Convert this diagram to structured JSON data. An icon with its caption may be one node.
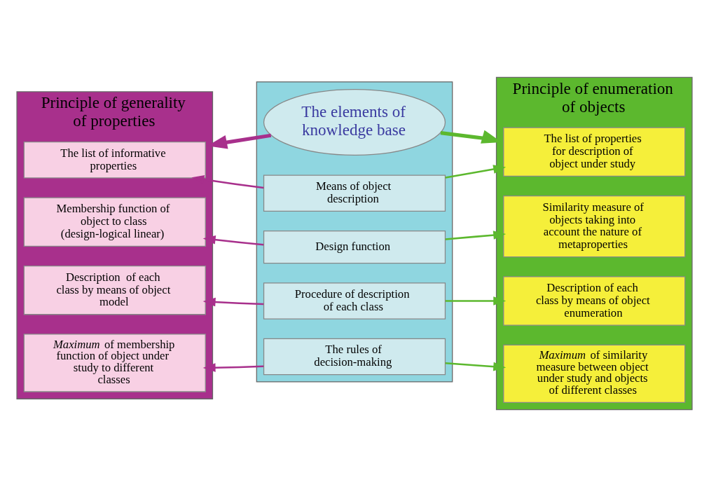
{
  "diagram": {
    "nodes": [
      {
        "text": [
          "Principle of generality of properties"
        ]
      },
      {
        "text": [
          "The list of informative properties"
        ],
        "in": 0
      },
      {
        "text": [
          "Membership function of object to class (design-logical linear)"
        ],
        "in": 0
      },
      {
        "text": [
          "Description  of each class by means of object model"
        ],
        "in": 0
      },
      {
        "text": [
          "*Maximum* of membership function of object under study to different classes"
        ],
        "in": 0
      },
      {
        "text": [],
        "shape": "box"
      },
      {
        "text": [
          "The elements of knowledge base"
        ],
        "in": 5
      },
      {
        "text": [
          "Means of object description"
        ],
        "in": 5
      },
      {
        "text": [
          "Design function"
        ],
        "in": 5
      },
      {
        "text": [
          "Procedure of description of each class"
        ],
        "in": 5
      },
      {
        "text": [
          "The rules of decision-making"
        ],
        "in": 5
      },
      {
        "text": [
          "Principle of enumeration of objects"
        ]
      },
      {
        "text": [
          "The list of properties for description of object under study"
        ],
        "in": 11
      },
      {
        "text": [
          "Similarity measure of objects taking into account the nature of metaproperties"
        ],
        "in": 11
      },
      {
        "text": [
          "Description of each class by means of object enumeration"
        ],
        "in": 11
      },
      {
        "text": [
          "*Maximum* of similarity measure between object under study and objects of different classes"
        ],
        "in": 11
      }
    ],
    "edges": [
      {
        "from": 6,
        "to": 0,
        "arrow": "to",
        "style": "thick",
        "color": "#a8308c"
      },
      {
        "from": 6,
        "to": 11,
        "arrow": "to",
        "style": "thick",
        "color": "#5cb82e"
      },
      {
        "from": 7,
        "to": 1,
        "arrow": "to",
        "color": "#a8308c"
      },
      {
        "from": 7,
        "to": 12,
        "arrow": "to",
        "color": "#5cb82e"
      },
      {
        "from": 8,
        "to": 2,
        "arrow": "to",
        "color": "#a8308c"
      },
      {
        "from": 8,
        "to": 13,
        "arrow": "to",
        "color": "#5cb82e"
      },
      {
        "from": 9,
        "to": 3,
        "arrow": "to",
        "color": "#a8308c"
      },
      {
        "from": 9,
        "to": 14,
        "arrow": "to",
        "color": "#5cb82e"
      },
      {
        "from": 10,
        "to": 4,
        "arrow": "to",
        "color": "#a8308c"
      },
      {
        "from": 10,
        "to": 15,
        "arrow": "to",
        "color": "#5cb82e"
      }
    ]
  }
}
